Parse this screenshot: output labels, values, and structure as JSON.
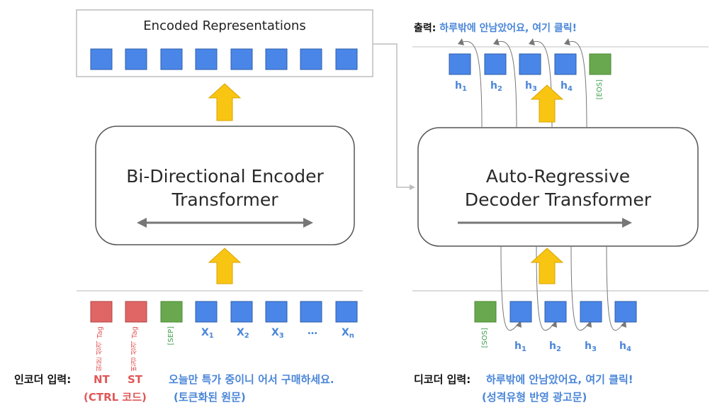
{
  "encoder": {
    "output_title": "Encoded Representations",
    "name_line1": "Bi-Directional Encoder",
    "name_line2": "Transformer",
    "input_labels": {
      "tag1": "원본 성격 Tag",
      "tag2": "변경 성격 Tag",
      "sep": "[SEP]",
      "x1": "X",
      "x1_sub": "1",
      "x2": "X",
      "x2_sub": "2",
      "x3": "X",
      "x3_sub": "3",
      "ellipsis": "…",
      "xn": "X",
      "xn_sub": "n"
    }
  },
  "decoder": {
    "name_line1": "Auto-Regressive",
    "name_line2": "Decoder Transformer",
    "output_prefix": "출력:",
    "output_text": "하루밖에 안남았어요, 여기 클릭!",
    "output_labels": {
      "h1": "h",
      "h1_sub": "1",
      "h2": "h",
      "h2_sub": "2",
      "h3": "h",
      "h3_sub": "3",
      "h4": "h",
      "h4_sub": "4",
      "eos": "[EOS]"
    },
    "input_labels": {
      "sos": "[SOS]",
      "h1": "h",
      "h1_sub": "1",
      "h2": "h",
      "h2_sub": "2",
      "h3": "h",
      "h3_sub": "3",
      "h4": "h",
      "h4_sub": "4"
    }
  },
  "captions": {
    "encoder_input_label": "인코더 입력:",
    "nt": "NT",
    "st": "ST",
    "ctrl_code": "(CTRL 코드)",
    "source_sentence": "오늘만 특가 중이니 어서 구매하세요.",
    "source_note": "(토큰화된 원문)",
    "decoder_input_label": "디코더 입력:",
    "decoder_input_text": "하루밖에 안남았어요, 여기 클릭!",
    "decoder_note": "(성격유형 반영 광고문)"
  },
  "colors": {
    "token_blue": "#4a86e8",
    "token_red": "#e06666",
    "token_green": "#6aa84f",
    "arrow_yellow": "#f9c513",
    "text_blue": "#4a86d8"
  }
}
